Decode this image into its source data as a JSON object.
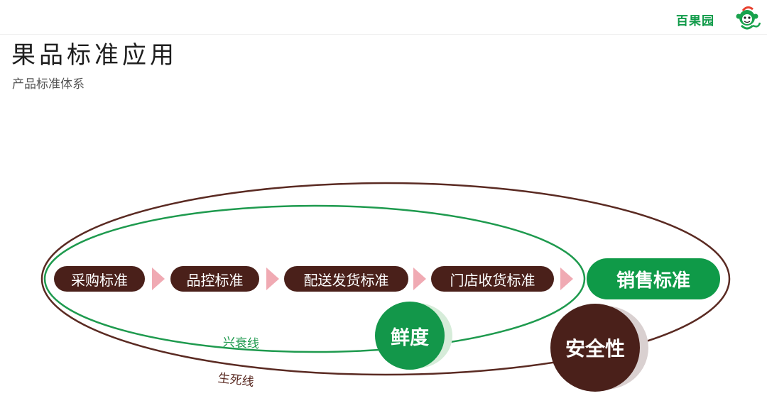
{
  "brand": {
    "name": "百果园",
    "mascot_icon": "monkey-mascot-icon"
  },
  "header": {
    "title": "果品标准应用",
    "subtitle": "产品标准体系"
  },
  "diagram": {
    "steps": [
      "采购标准",
      "品控标准",
      "配送发货标准",
      "门店收货标准"
    ],
    "final_step": "销售标准",
    "freshness": "鲜度",
    "safety": "安全性",
    "inner_curve": "兴衰线",
    "outer_curve": "生死线"
  },
  "colors": {
    "green": "#0f9a48",
    "brown": "#4a201a",
    "arrow_pink": "#f0aab3",
    "outer_ellipse": "#5a2a22"
  }
}
